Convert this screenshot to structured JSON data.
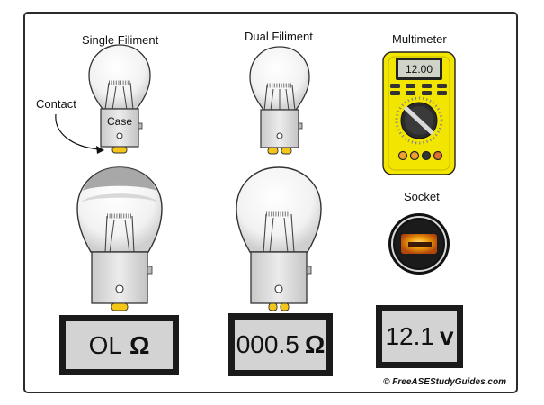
{
  "titles": {
    "single": "Single Filiment",
    "dual": "Dual Filiment",
    "multimeter": "Multimeter",
    "socket": "Socket"
  },
  "annotations": {
    "contact": "Contact",
    "case": "Case"
  },
  "multimeter": {
    "display": "12.00",
    "body_color": "#f2e600"
  },
  "readouts": {
    "single": {
      "value": "OL",
      "unit": "Ω"
    },
    "dual": {
      "value": "000.5",
      "unit": "Ω"
    },
    "socket": {
      "value": "12.1",
      "unit": "v"
    }
  },
  "copyright": "© FreeASEStudyGuides.com"
}
